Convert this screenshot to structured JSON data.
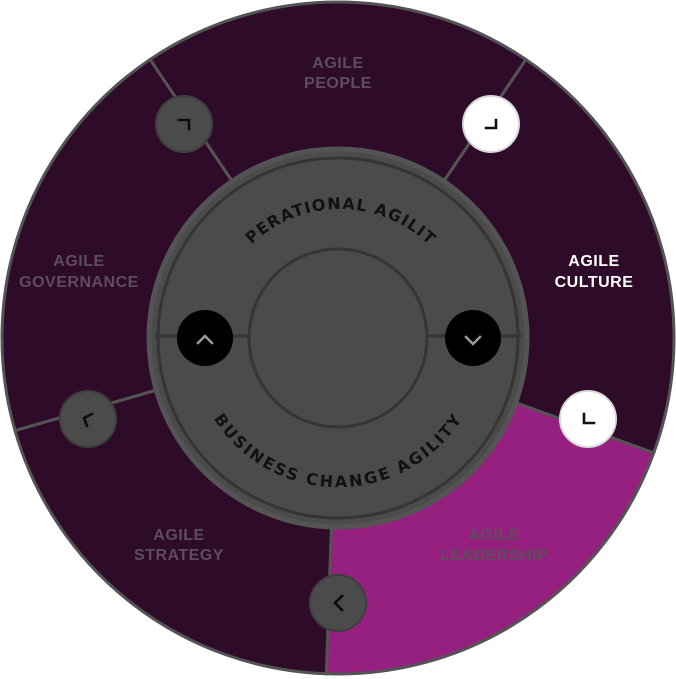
{
  "colors": {
    "segment": "#2E0B28",
    "segment_active": "#962080",
    "segment_border": "#545454",
    "label": "#5E4D5B",
    "label_active": "#FFFFFF",
    "hub": "#4B4B4B",
    "hub_ring": "#353535",
    "button_grey": "#4B4B4B",
    "button_white": "#FFFFFF",
    "button_black": "#000000",
    "arc_text": "#111111"
  },
  "segments": [
    {
      "id": "people",
      "line1": "AGILE",
      "line2": "PEOPLE",
      "active": false
    },
    {
      "id": "culture",
      "line1": "AGILE",
      "line2": "CULTURE",
      "active": true
    },
    {
      "id": "leadership",
      "line1": "AGILE",
      "line2": "LEADERSHIP",
      "active": false
    },
    {
      "id": "strategy",
      "line1": "AGILE",
      "line2": "STRATEGY",
      "active": false
    },
    {
      "id": "governance",
      "line1": "AGILE",
      "line2": "GOVERNANCE",
      "active": false
    }
  ],
  "hub": {
    "top_text": "OPERATIONAL AGILITY",
    "bottom_text": "BUSINESS CHANGE AGILITY",
    "up_button_icon": "chevron-up-icon",
    "down_button_icon": "chevron-down-icon"
  },
  "segment_buttons": [
    {
      "id": "people-culture",
      "icon": "chevron-corner-icon",
      "active": true
    },
    {
      "id": "culture-leadership",
      "icon": "chevron-corner-icon",
      "active": true
    },
    {
      "id": "leadership-strategy",
      "icon": "chevron-left-icon",
      "active": false
    },
    {
      "id": "strategy-governance",
      "icon": "chevron-corner-icon",
      "active": false
    },
    {
      "id": "governance-people",
      "icon": "chevron-corner-icon",
      "active": false
    }
  ]
}
